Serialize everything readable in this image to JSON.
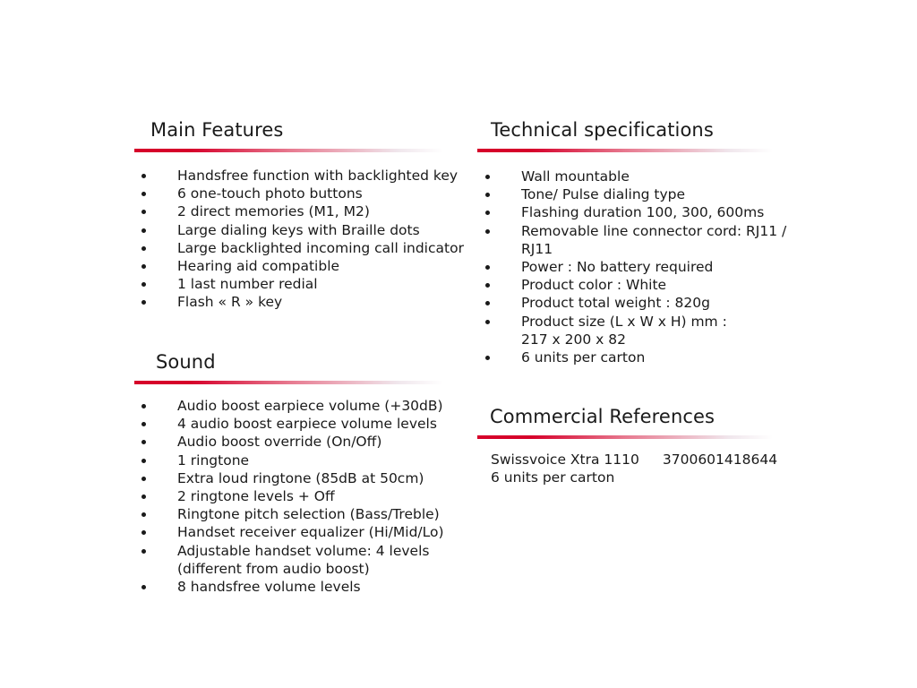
{
  "main_features": {
    "title": "Main Features",
    "items": [
      "Handsfree function with backlighted key",
      "6 one-touch photo buttons",
      "2 direct memories (M1, M2)",
      "Large dialing keys with Braille dots",
      "Large backlighted incoming call indicator",
      "Hearing aid compatible",
      "1 last number redial",
      "Flash « R » key"
    ]
  },
  "sound": {
    "title": "Sound",
    "items": [
      "Audio boost earpiece volume (+30dB)",
      "4 audio boost earpiece volume levels",
      "Audio boost override (On/Off)",
      "1 ringtone",
      "Extra loud ringtone (85dB at 50cm)",
      "2 ringtone levels + Off",
      "Ringtone pitch selection (Bass/Treble)",
      "Handset receiver equalizer (Hi/Mid/Lo)",
      "Adjustable handset volume: 4 levels",
      "(different from audio boost)",
      "8 handsfree volume levels"
    ],
    "bullets": [
      true,
      true,
      true,
      true,
      true,
      true,
      true,
      true,
      true,
      false,
      true
    ]
  },
  "technical": {
    "title": "Technical specifications",
    "items": [
      "Wall mountable",
      "Tone/ Pulse dialing type",
      "Flashing duration 100, 300, 600ms",
      "Removable line connector cord: RJ11 /",
      "RJ11",
      "Power : No battery required",
      "Product color : White",
      "Product total weight : 820g",
      "Product size (L x W x H) mm :",
      "217 x 200 x 82",
      "6 units per carton"
    ],
    "bullets": [
      true,
      true,
      true,
      true,
      false,
      true,
      true,
      true,
      true,
      false,
      true
    ]
  },
  "commercial": {
    "title": "Commercial References",
    "product_name": "Swissvoice Xtra 1110",
    "product_code": "3700601418644",
    "carton": "6 units per carton"
  },
  "colors": {
    "accent": "#d6002a",
    "text": "#1a1a1a"
  }
}
